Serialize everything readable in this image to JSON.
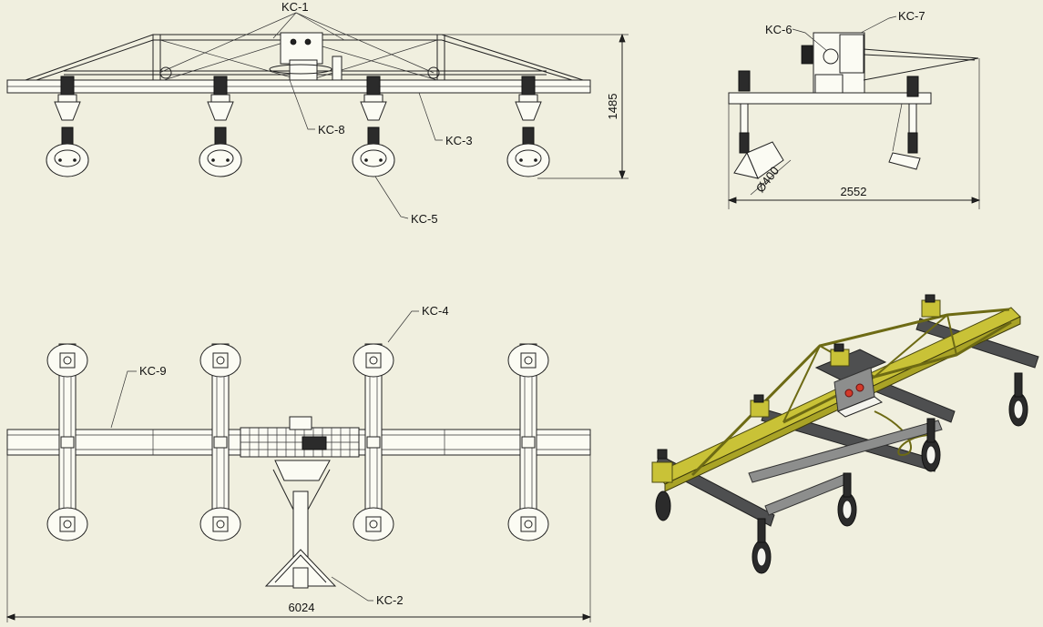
{
  "labels": {
    "kc1": "KC-1",
    "kc2": "KC-2",
    "kc3": "KC-3",
    "kc4": "KC-4",
    "kc5": "KC-5",
    "kc6": "KC-6",
    "kc7": "KC-7",
    "kc8": "KC-8",
    "kc9": "KC-9"
  },
  "dimensions": {
    "height": "1485",
    "side_width": "2552",
    "diameter": "Ø400",
    "length": "6024"
  },
  "colors": {
    "background": "#f0efdf",
    "frame_yellow": "#c9c237",
    "beam_grey": "#8d8e8d",
    "accent_red": "#d23a2a"
  }
}
